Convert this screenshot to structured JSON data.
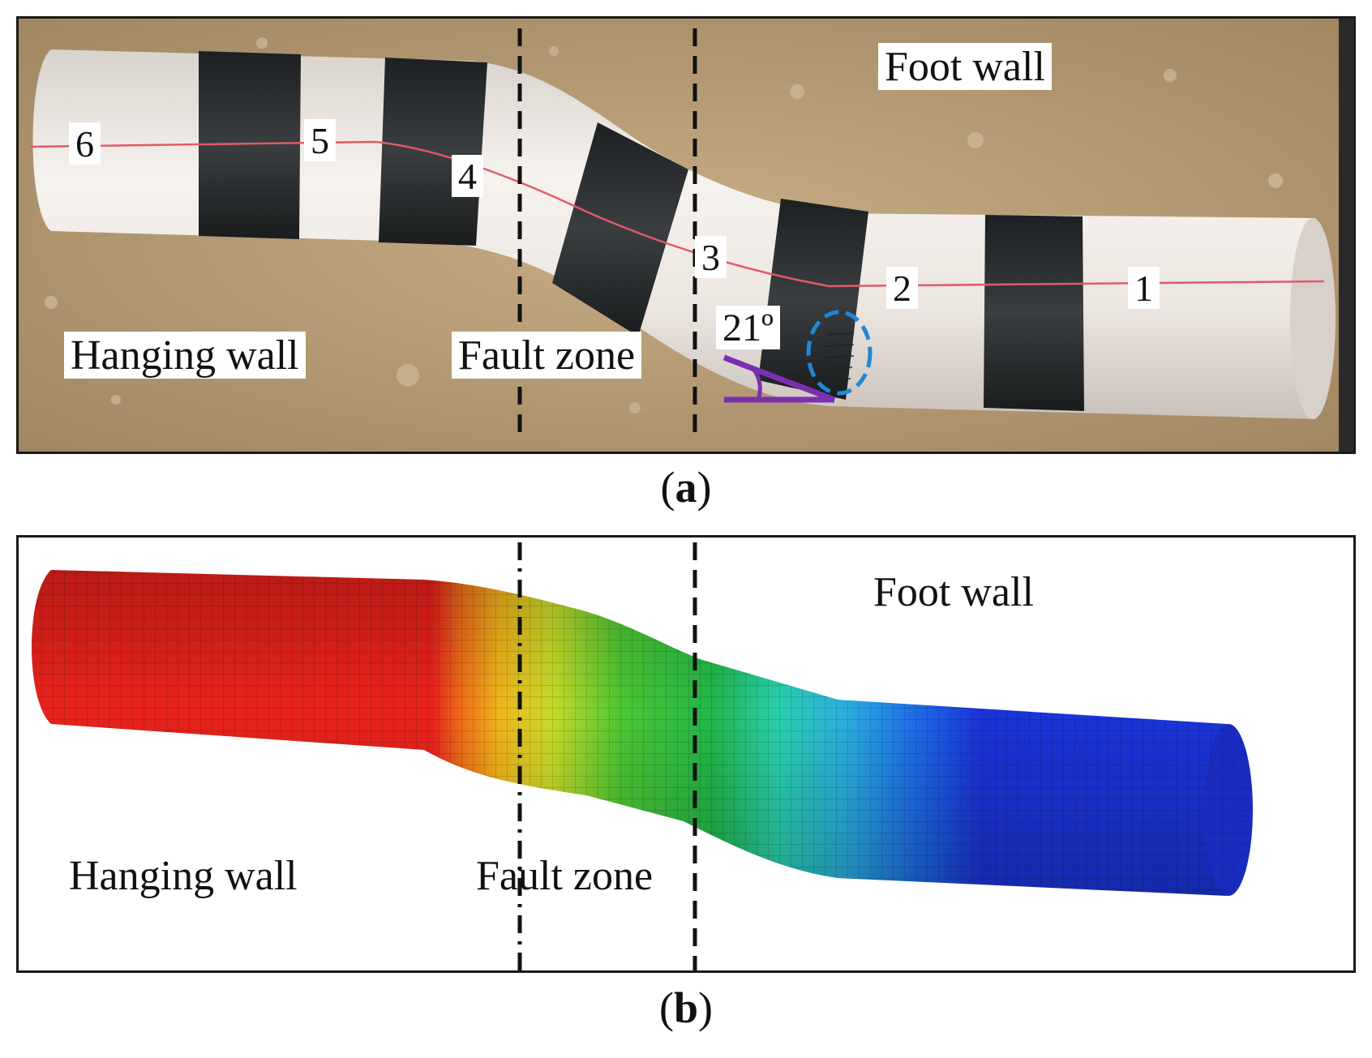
{
  "panel_a": {
    "caption_open": "(",
    "caption_letter": "a",
    "caption_close": ")",
    "labels": {
      "foot_wall": "Foot wall",
      "hanging_wall": "Hanging wall",
      "fault_zone": "Fault zone",
      "angle": "21º"
    },
    "segment_numbers": [
      "6",
      "5",
      "4",
      "3",
      "2",
      "1"
    ]
  },
  "panel_b": {
    "caption_open": "(",
    "caption_letter": "b",
    "caption_close": ")",
    "labels": {
      "foot_wall": "Foot wall",
      "hanging_wall": "Hanging wall",
      "fault_zone": "Fault zone"
    }
  },
  "colors": {
    "soil": "#b89d76",
    "pipe_white": "#efe9e4",
    "pipe_band": "#2b2e30",
    "marker_line": "#e05a6a",
    "fault_line": "#111111",
    "angle_mark": "#7a2fb0",
    "highlight_ellipse": "#1e88d8"
  },
  "contour_colors": [
    "#e8221c",
    "#f06a1a",
    "#f2b51c",
    "#c8dc2a",
    "#4ec832",
    "#22b84a",
    "#2ad0b0",
    "#2aaee0",
    "#1e6ee8",
    "#1a34d8"
  ]
}
